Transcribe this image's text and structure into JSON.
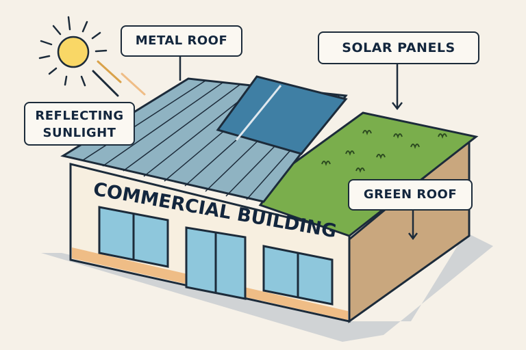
{
  "labels": {
    "metal_roof": "METAL ROOF",
    "solar_panels": "SOLAR PANELS",
    "reflecting_line1": "REFLECTING",
    "reflecting_line2": "SUNLIGHT",
    "green_roof": "GREEN ROOF",
    "building_sign": "COMMERCIAL BUILDING"
  },
  "colors": {
    "background": "#f6f1e8",
    "outline": "#1c2b3a",
    "text": "#13263d",
    "sun": "#f9d766",
    "sun_ray_reflect": "#d9a24a",
    "metal_roof": "#8fb3c2",
    "solar_panel": "#3f7fa4",
    "green_roof": "#7aae4c",
    "wall": "#f7efe0",
    "side_wall": "#c9a77e",
    "base_stripe": "#efbd86",
    "glass": "#8ec7dc",
    "shadow": "#c7ccd0"
  }
}
